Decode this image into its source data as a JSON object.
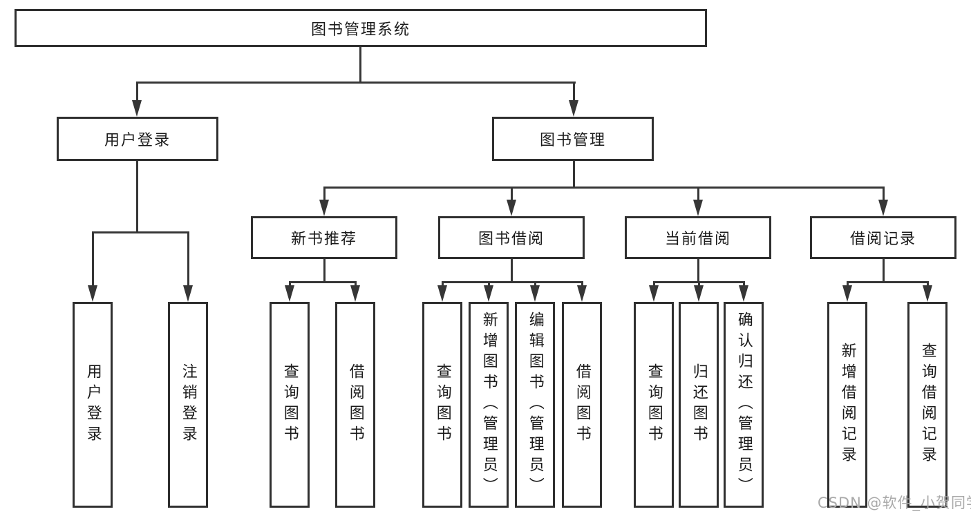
{
  "diagram": {
    "type": "tree",
    "language": "zh-CN",
    "colors": {
      "background": "#ffffff",
      "box_border": "#2f2f2f",
      "connector_line": "#363636",
      "text": "#1b1b1b",
      "watermark_text": "#a9a9a9"
    }
  },
  "tree": {
    "label": "图书管理系统",
    "children": [
      {
        "label": "用户登录",
        "children": [
          {
            "label": "用户登录"
          },
          {
            "label": "注销登录"
          }
        ]
      },
      {
        "label": "图书管理",
        "children": [
          {
            "label": "新书推荐",
            "children": [
              {
                "label": "查询图书"
              },
              {
                "label": "借阅图书"
              }
            ]
          },
          {
            "label": "图书借阅",
            "children": [
              {
                "label": "查询图书"
              },
              {
                "label": "新增图书（管理员）"
              },
              {
                "label": "编辑图书（管理员）"
              },
              {
                "label": "借阅图书"
              }
            ]
          },
          {
            "label": "当前借阅",
            "children": [
              {
                "label": "查询图书"
              },
              {
                "label": "归还图书"
              },
              {
                "label": "确认归还（管理员）"
              }
            ]
          },
          {
            "label": "借阅记录",
            "children": [
              {
                "label": "新增借阅记录"
              },
              {
                "label": "查询借阅记录"
              }
            ]
          }
        ]
      }
    ]
  },
  "watermark": {
    "text": "CSDN @软件_小贺同学"
  }
}
